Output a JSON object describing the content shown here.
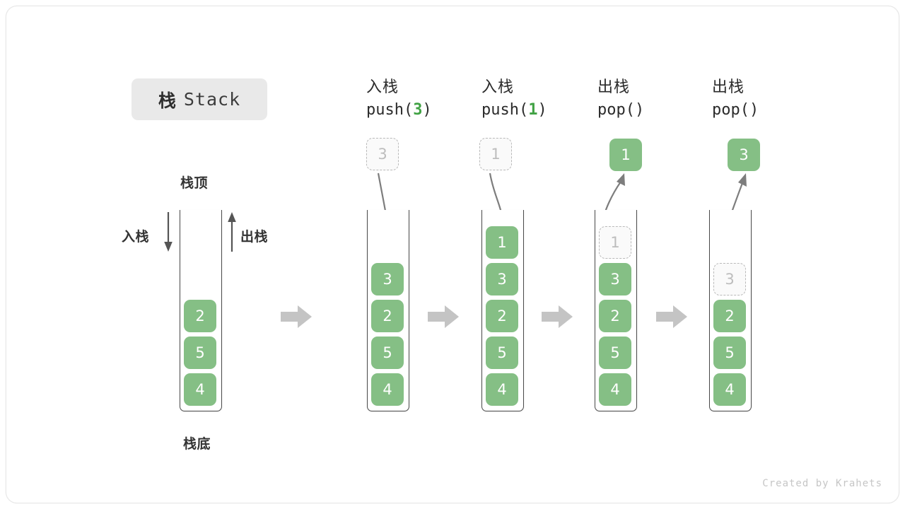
{
  "title": {
    "cn": "栈",
    "en": "Stack"
  },
  "left_stack": {
    "top_label": "栈顶",
    "bottom_label": "栈底",
    "push_label": "入栈",
    "pop_label": "出栈",
    "items": [
      "2",
      "5",
      "4"
    ]
  },
  "steps": [
    {
      "op_cn": "入栈",
      "op_code_prefix": "push(",
      "op_code_arg": "3",
      "op_code_suffix": ")",
      "kind": "push",
      "ghost_value": "3",
      "float_value": "3",
      "items": [
        "3",
        "2",
        "5",
        "4"
      ]
    },
    {
      "op_cn": "入栈",
      "op_code_prefix": "push(",
      "op_code_arg": "1",
      "op_code_suffix": ")",
      "kind": "push",
      "ghost_value": "1",
      "float_value": "1",
      "items": [
        "1",
        "3",
        "2",
        "5",
        "4"
      ]
    },
    {
      "op_cn": "出栈",
      "op_code_prefix": "pop(",
      "op_code_arg": "",
      "op_code_suffix": ")",
      "kind": "pop",
      "ghost_value": "1",
      "float_value": "1",
      "items": [
        "3",
        "2",
        "5",
        "4"
      ]
    },
    {
      "op_cn": "出栈",
      "op_code_prefix": "pop(",
      "op_code_arg": "",
      "op_code_suffix": ")",
      "kind": "pop",
      "ghost_value": "3",
      "float_value": "3",
      "items": [
        "2",
        "5",
        "4"
      ]
    }
  ],
  "watermark": "Created by Krahets",
  "colors": {
    "item_green": "#85bf85",
    "accent_green": "#41a244",
    "ghost_border": "#b9b9b9",
    "ghost_text": "#bdbdbd",
    "arrow_gray": "#808080",
    "transition_arrow_gray": "#c4c4c4",
    "chip_bg": "#e9e9e9",
    "wall": "#4a4a4a"
  },
  "icons": {
    "transition": "right-block-arrow",
    "push_dir": "down-arrow",
    "pop_dir": "up-arrow"
  }
}
